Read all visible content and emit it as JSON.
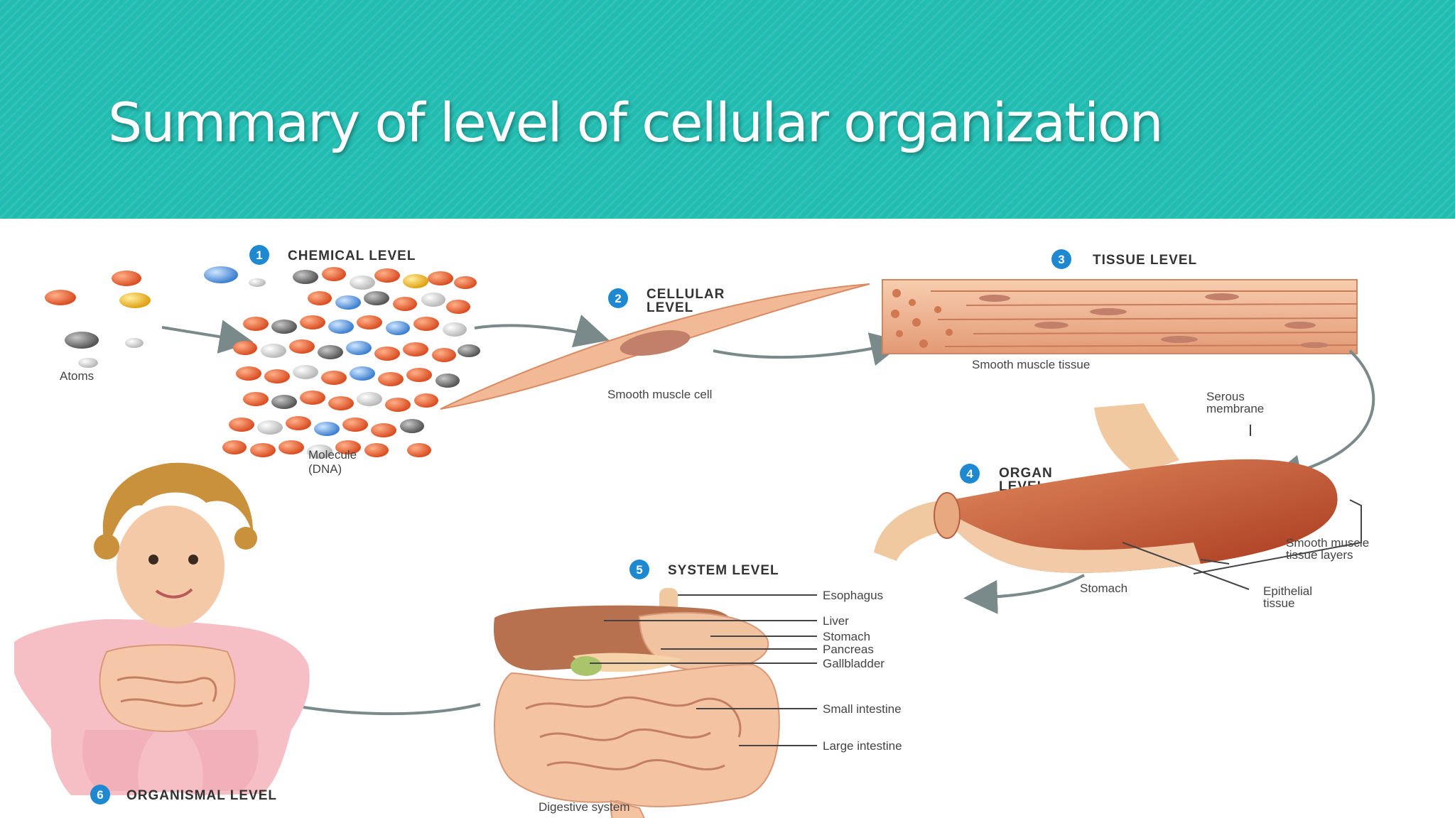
{
  "title": "Summary of level of cellular organization",
  "levels": {
    "chemical": {
      "number": "1",
      "label": "CHEMICAL LEVEL"
    },
    "cellular": {
      "number": "2",
      "label_line1": "CELLULAR",
      "label_line2": "LEVEL"
    },
    "tissue": {
      "number": "3",
      "label": "TISSUE LEVEL"
    },
    "organ": {
      "number": "4",
      "label_line1": "ORGAN",
      "label_line2": "LEVEL"
    },
    "system": {
      "number": "5",
      "label": "SYSTEM LEVEL"
    },
    "organismal": {
      "number": "6",
      "label": "ORGANISMAL LEVEL"
    }
  },
  "captions": {
    "atoms": "Atoms",
    "molecule_line1": "Molecule",
    "molecule_line2": "(DNA)",
    "smooth_muscle_cell": "Smooth muscle cell",
    "smooth_muscle_tissue": "Smooth muscle tissue",
    "serous_line1": "Serous",
    "serous_line2": "membrane",
    "sm_layers_line1": "Smooth muscle",
    "sm_layers_line2": "tissue layers",
    "stomach": "Stomach",
    "epithelial_line1": "Epithelial",
    "epithelial_line2": "tissue",
    "digestive_system": "Digestive system"
  },
  "system_labels": [
    "Esophagus",
    "Liver",
    "Stomach",
    "Pancreas",
    "Gallbladder",
    "Small intestine",
    "Large intestine"
  ],
  "colors": {
    "banner": "#22bdb2",
    "badge": "#1e88d0",
    "muscle": "#c8552f",
    "tissue": "#f0b89a"
  }
}
